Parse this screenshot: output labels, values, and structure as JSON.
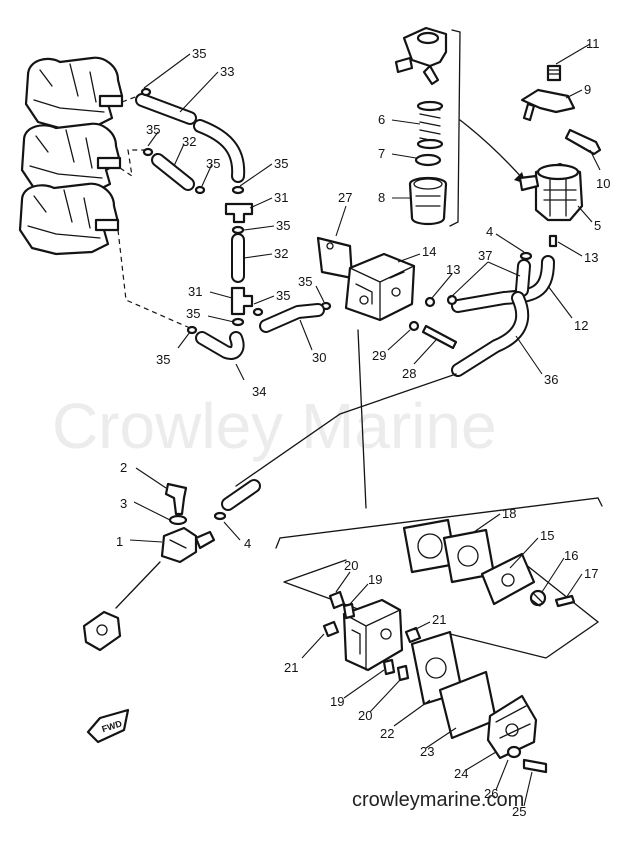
{
  "diagram": {
    "watermark": "Crowley Marine",
    "footer_url": "crowleymarine.com",
    "fwd_label": "FWD",
    "callouts": [
      {
        "id": "c35a",
        "label": "35"
      },
      {
        "id": "c33",
        "label": "33"
      },
      {
        "id": "c35b",
        "label": "35"
      },
      {
        "id": "c32a",
        "label": "32"
      },
      {
        "id": "c35c",
        "label": "35"
      },
      {
        "id": "c35d",
        "label": "35"
      },
      {
        "id": "c31a",
        "label": "31"
      },
      {
        "id": "c35e",
        "label": "35"
      },
      {
        "id": "c32b",
        "label": "32"
      },
      {
        "id": "c31b",
        "label": "31"
      },
      {
        "id": "c35f",
        "label": "35"
      },
      {
        "id": "c35g",
        "label": "35"
      },
      {
        "id": "c35h",
        "label": "35"
      },
      {
        "id": "c34",
        "label": "34"
      },
      {
        "id": "c35i",
        "label": "35"
      },
      {
        "id": "c30",
        "label": "30"
      },
      {
        "id": "c27",
        "label": "27"
      },
      {
        "id": "c14",
        "label": "14"
      },
      {
        "id": "c13a",
        "label": "13"
      },
      {
        "id": "c29",
        "label": "29"
      },
      {
        "id": "c28",
        "label": "28"
      },
      {
        "id": "c6",
        "label": "6"
      },
      {
        "id": "c7",
        "label": "7"
      },
      {
        "id": "c8",
        "label": "8"
      },
      {
        "id": "c11",
        "label": "11"
      },
      {
        "id": "c9",
        "label": "9"
      },
      {
        "id": "c10",
        "label": "10"
      },
      {
        "id": "c5",
        "label": "5"
      },
      {
        "id": "c4a",
        "label": "4"
      },
      {
        "id": "c13b",
        "label": "13"
      },
      {
        "id": "c37",
        "label": "37"
      },
      {
        "id": "c12",
        "label": "12"
      },
      {
        "id": "c36",
        "label": "36"
      },
      {
        "id": "c2",
        "label": "2"
      },
      {
        "id": "c3",
        "label": "3"
      },
      {
        "id": "c1",
        "label": "1"
      },
      {
        "id": "c4b",
        "label": "4"
      },
      {
        "id": "c18",
        "label": "18"
      },
      {
        "id": "c15",
        "label": "15"
      },
      {
        "id": "c16",
        "label": "16"
      },
      {
        "id": "c17",
        "label": "17"
      },
      {
        "id": "c20a",
        "label": "20"
      },
      {
        "id": "c19a",
        "label": "19"
      },
      {
        "id": "c21a",
        "label": "21"
      },
      {
        "id": "c21b",
        "label": "21"
      },
      {
        "id": "c19b",
        "label": "19"
      },
      {
        "id": "c20b",
        "label": "20"
      },
      {
        "id": "c22",
        "label": "22"
      },
      {
        "id": "c23",
        "label": "23"
      },
      {
        "id": "c24",
        "label": "24"
      },
      {
        "id": "c26",
        "label": "26"
      },
      {
        "id": "c25",
        "label": "25"
      }
    ]
  }
}
